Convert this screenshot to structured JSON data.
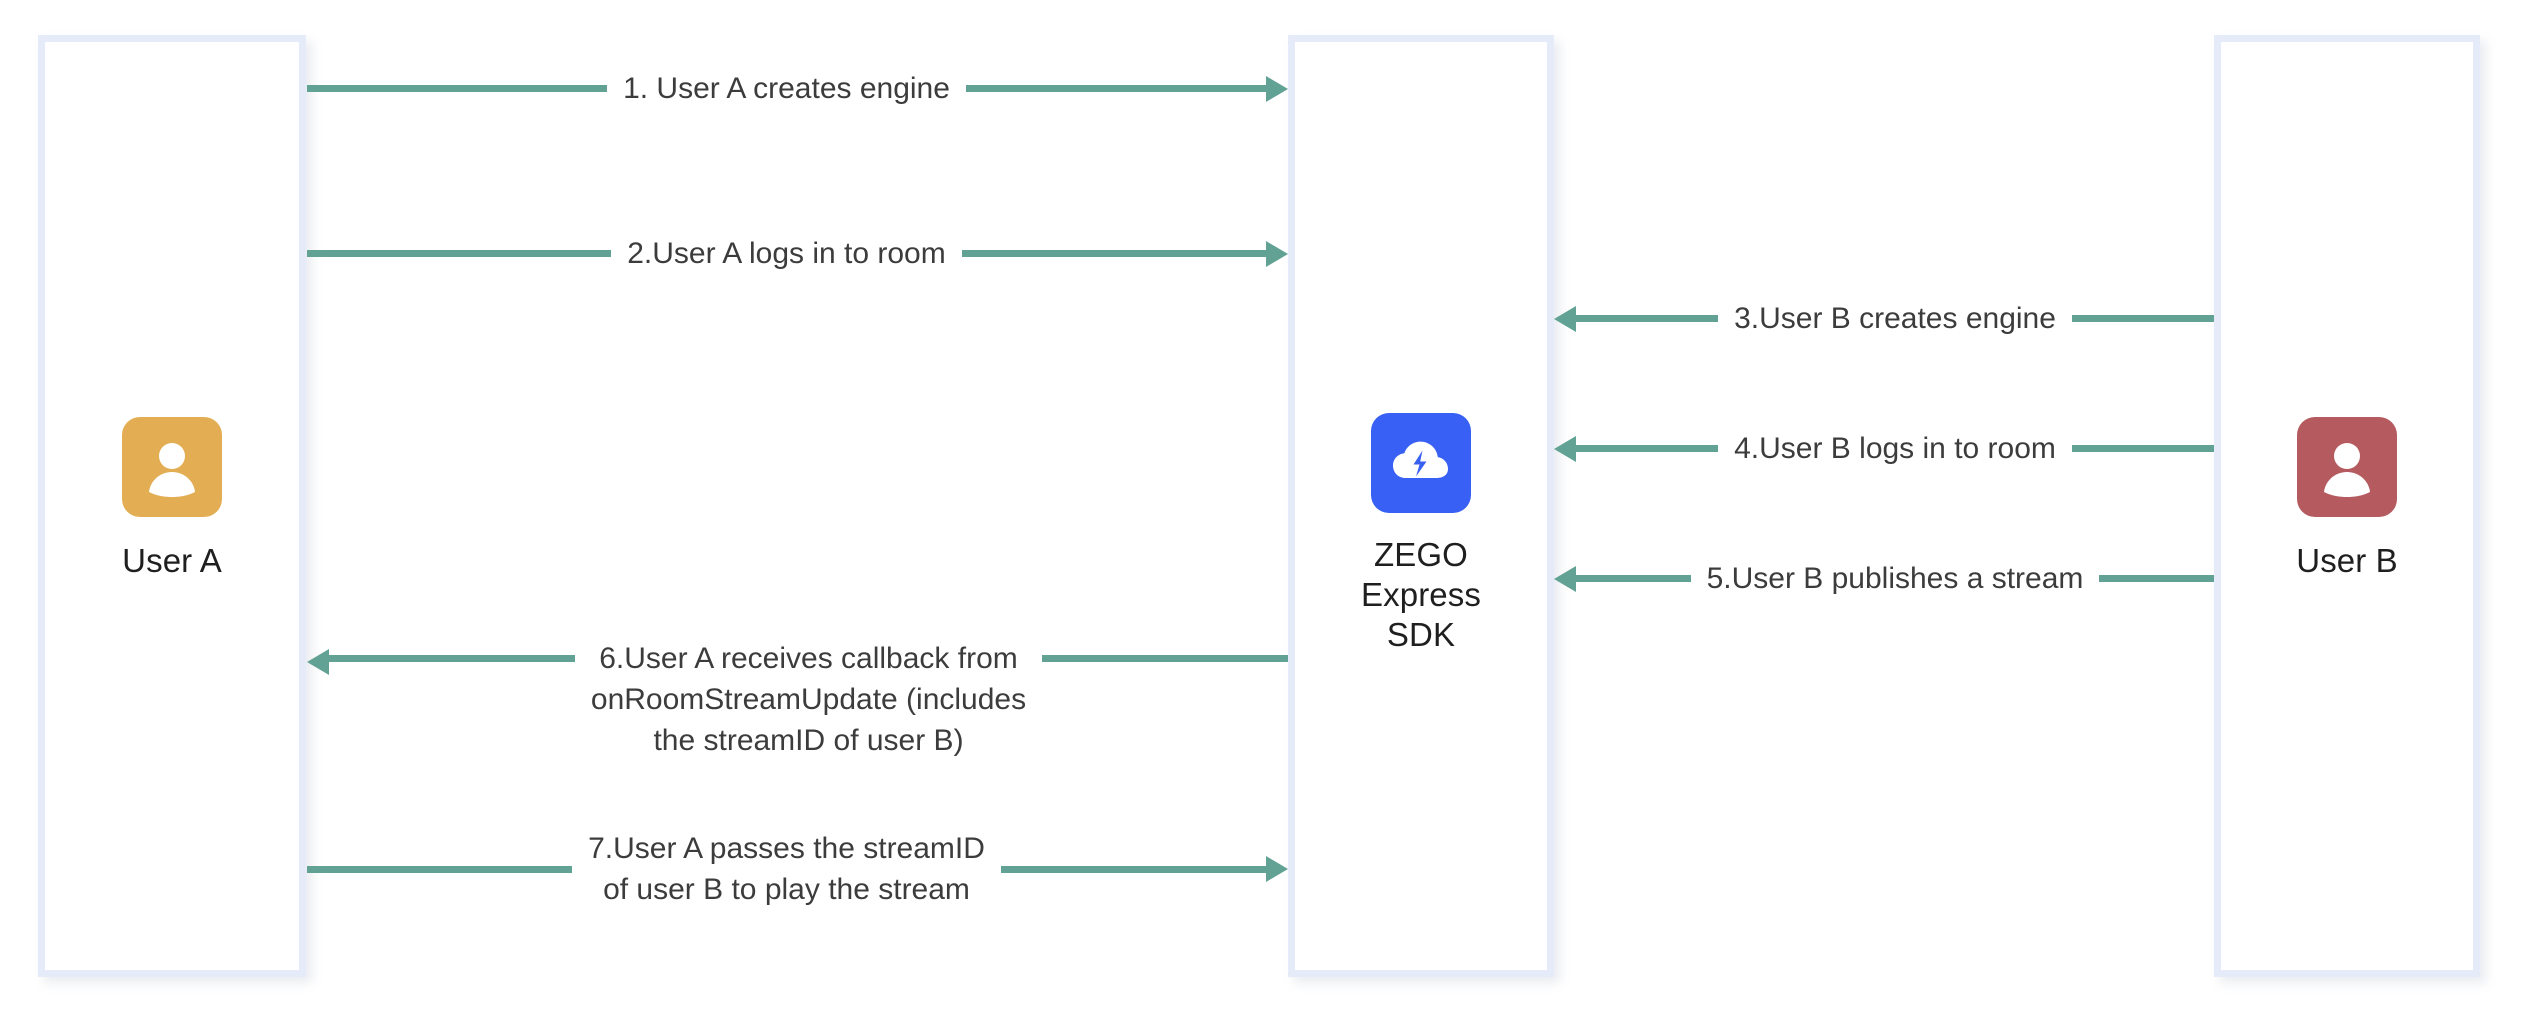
{
  "diagram": {
    "title": "ZEGO Express SDK publish/play sequence",
    "accent_line_color": "#61a294",
    "lifeline_border_color": "#e6ebfa",
    "text_color": "#3c3c3c"
  },
  "actors": [
    {
      "id": "user-a",
      "label": "User A",
      "avatar_icon": "person-avatar-icon",
      "avatar_color": "#e3ad53"
    },
    {
      "id": "zego",
      "label": "ZEGO\nExpress\nSDK",
      "avatar_icon": "cloud-lightning-icon",
      "avatar_color": "#3860f4"
    },
    {
      "id": "user-b",
      "label": "User B",
      "avatar_icon": "person-avatar-icon",
      "avatar_color": "#b55b5f"
    }
  ],
  "messages": [
    {
      "step": "1",
      "label": "1. User A creates engine",
      "from": "user-a",
      "to": "zego",
      "direction": "right"
    },
    {
      "step": "2",
      "label": "2.User A logs in to room",
      "from": "user-a",
      "to": "zego",
      "direction": "right"
    },
    {
      "step": "3",
      "label": "3.User B creates engine",
      "from": "user-b",
      "to": "zego",
      "direction": "left"
    },
    {
      "step": "4",
      "label": "4.User B logs in to room",
      "from": "user-b",
      "to": "zego",
      "direction": "left"
    },
    {
      "step": "5",
      "label": "5.User B publishes a stream",
      "from": "user-b",
      "to": "zego",
      "direction": "left"
    },
    {
      "step": "6",
      "label": "6.User A receives callback from\nonRoomStreamUpdate (includes\nthe streamID of user B)",
      "from": "zego",
      "to": "user-a",
      "direction": "left"
    },
    {
      "step": "7",
      "label": "7.User A passes the streamID\nof user B to play the stream",
      "from": "user-a",
      "to": "zego",
      "direction": "right"
    }
  ]
}
